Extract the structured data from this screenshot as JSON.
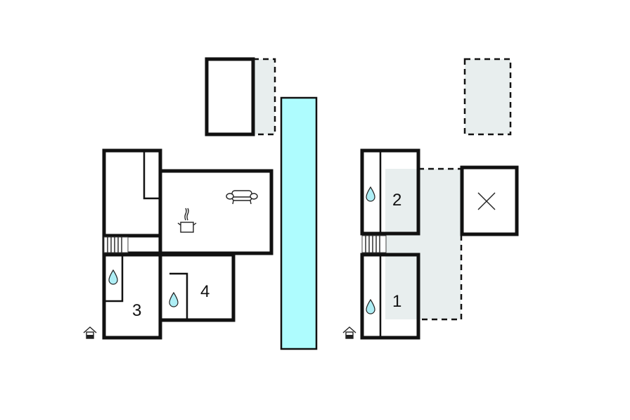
{
  "diagram": {
    "type": "floor-plan",
    "rooms": [
      {
        "id": "bedroom-1",
        "label": "1"
      },
      {
        "id": "bedroom-2",
        "label": "2"
      },
      {
        "id": "bedroom-3",
        "label": "3"
      },
      {
        "id": "bedroom-4",
        "label": "4"
      }
    ],
    "icons": {
      "bathroom": "water-drop-icon",
      "kitchen": "cooking-pot-icon",
      "living": "sofa-icon",
      "entrance": "house-entrance-icon",
      "stairs": "stairs-icon",
      "void": "x-cross-icon"
    },
    "colors": {
      "wall": "#111111",
      "pool": "#aefcfe",
      "terrace": "#e8eeee",
      "water_drop": "#aeeef5"
    }
  }
}
